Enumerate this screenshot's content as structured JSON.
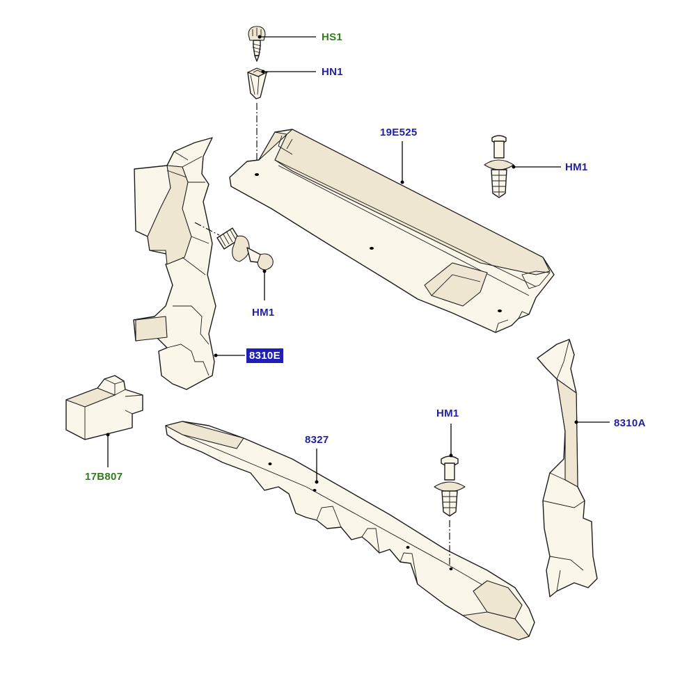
{
  "diagram": {
    "callouts": [
      {
        "id": "hs1",
        "text": "HS1",
        "color": "#2e7d1a"
      },
      {
        "id": "hn1",
        "text": "HN1",
        "color": "#1f1fa3"
      },
      {
        "id": "p19e525",
        "text": "19E525",
        "color": "#1f1fa3"
      },
      {
        "id": "hm1_right",
        "text": "HM1",
        "color": "#1f1fa3"
      },
      {
        "id": "hm1_left",
        "text": "HM1",
        "color": "#1f1fa3"
      },
      {
        "id": "p8310e",
        "text": "8310E",
        "color": "#ffffff",
        "highlight": "#1f1fb8"
      },
      {
        "id": "hm1_lower",
        "text": "HM1",
        "color": "#1f1fa3"
      },
      {
        "id": "p8327",
        "text": "8327",
        "color": "#1f1fa3"
      },
      {
        "id": "p8310a",
        "text": "8310A",
        "color": "#1f1fa3"
      },
      {
        "id": "p17b807",
        "text": "17B807",
        "color": "#2e7d1a"
      }
    ]
  }
}
